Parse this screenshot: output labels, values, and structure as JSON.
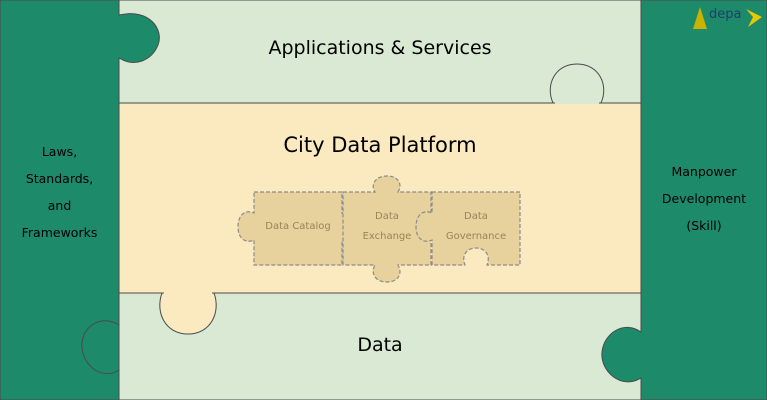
{
  "left_panel": {
    "lines": [
      "Laws,",
      "Standards,",
      "and",
      "Frameworks"
    ]
  },
  "right_panel": {
    "lines": [
      "Manpower",
      "Development",
      "(Skill)"
    ]
  },
  "top_panel": {
    "label": "Applications & Services"
  },
  "center_panel": {
    "title": "City Data Platform",
    "pieces": [
      {
        "lines": [
          "Data Catalog"
        ]
      },
      {
        "lines": [
          "Data",
          "Exchange"
        ]
      },
      {
        "lines": [
          "Data",
          "Governance"
        ]
      }
    ]
  },
  "bottom_panel": {
    "label": "Data"
  },
  "logo": {
    "text": "depa"
  },
  "colors": {
    "teal": "#1d8a6a",
    "light_green": "#d9e9d3",
    "cream": "#fbe9c0",
    "tan": "#e7d19c",
    "dash": "#8c8c8c"
  }
}
